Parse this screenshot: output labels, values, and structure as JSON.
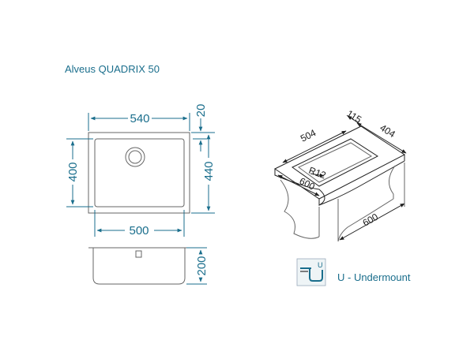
{
  "title": "Alveus QUADRIX 50",
  "top_view": {
    "width_outer": "540",
    "flange": "20",
    "height_inner": "400",
    "height_outer": "440",
    "width_inner": "500"
  },
  "side_view": {
    "depth": "200"
  },
  "iso_view": {
    "dim_115": "115",
    "dim_504": "504",
    "dim_404": "404",
    "radius": "R12",
    "dim_600_front": "600",
    "dim_600_side": "600"
  },
  "legend": {
    "icon_letter": "U",
    "label": "U - Undermount"
  },
  "colors": {
    "dimension": "#1a6e8c",
    "outline": "#666666"
  }
}
